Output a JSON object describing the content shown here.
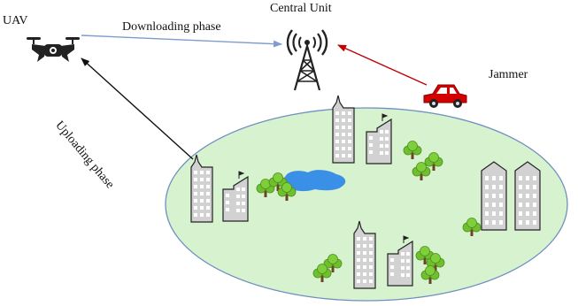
{
  "labels": {
    "uav": "UAV",
    "central_unit": "Central Unit",
    "downloading_phase": "Downloading phase",
    "uploading_phase": "Uploading phase",
    "jammer": "Jammer"
  },
  "colors": {
    "region_fill": "#d6f2cf",
    "region_stroke": "#6f8fbf",
    "downloading_arrow": "#7f9ccc",
    "uploading_arrow": "#111111",
    "jammer_arrow": "#c00000",
    "jammer_car": "#d40000",
    "lake": "#3a8fe6",
    "tree": "#6fbf2f",
    "building": "#d2d2d2"
  },
  "icons": {
    "uav": "drone-icon",
    "central_unit": "antenna-tower-icon",
    "jammer": "car-icon",
    "lake": "lake-icon",
    "tree": "tree-icon",
    "building": "building-icon"
  }
}
